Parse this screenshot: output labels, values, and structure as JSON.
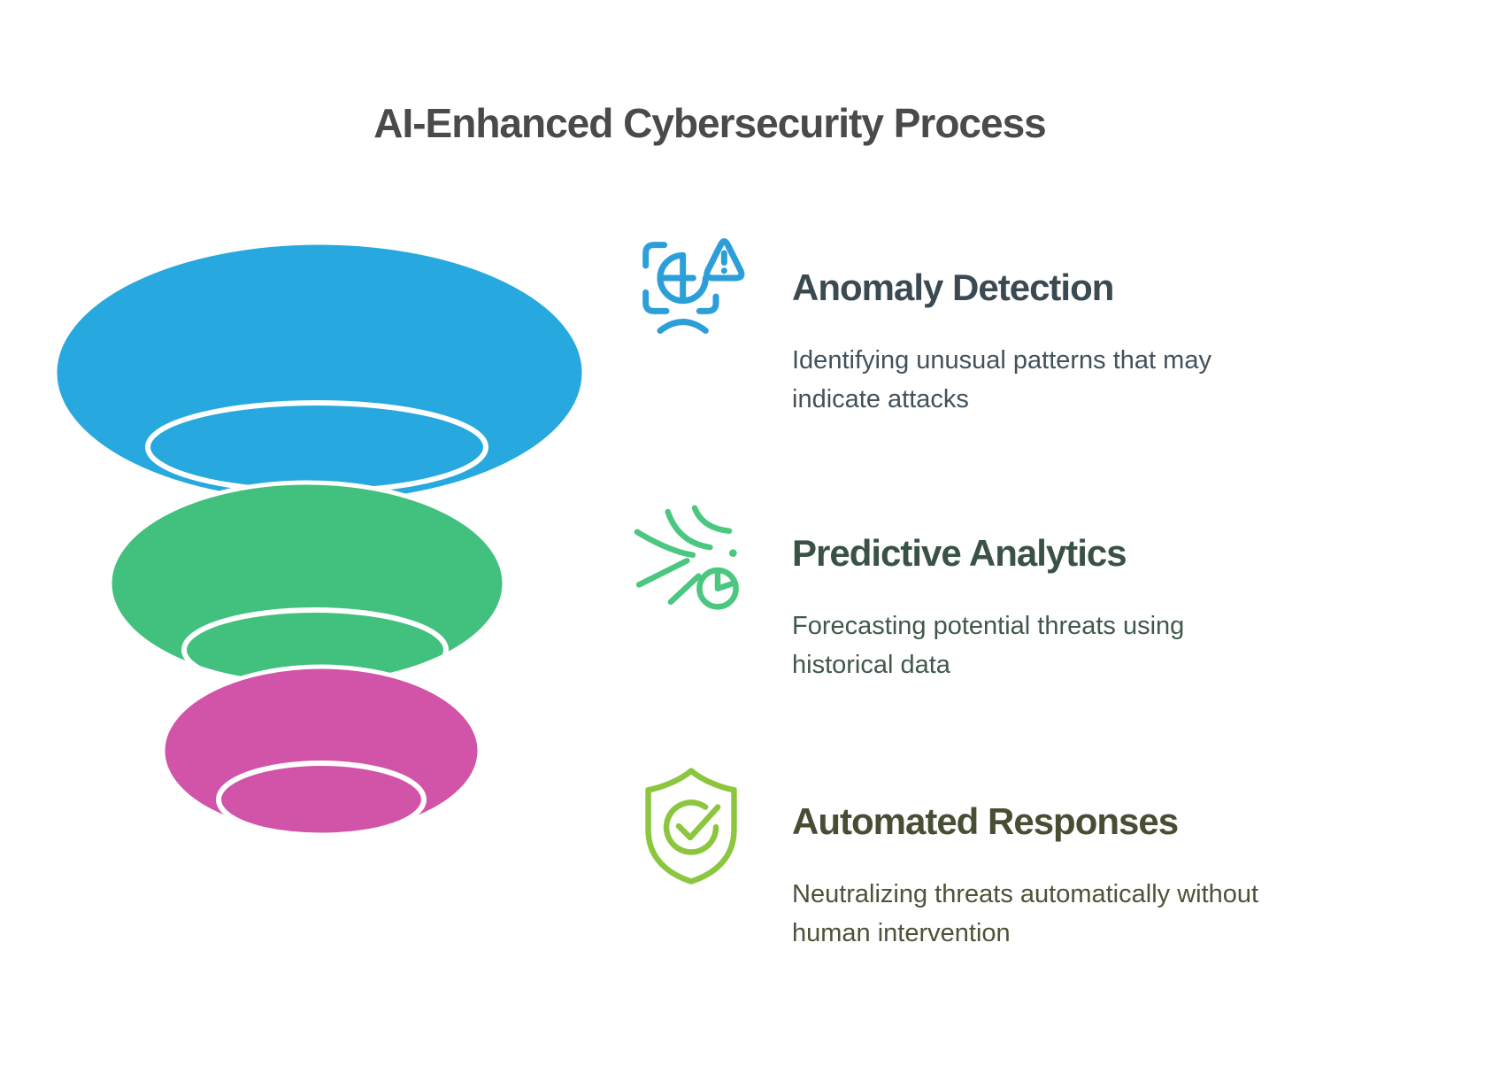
{
  "title": "AI-Enhanced Cybersecurity Process",
  "title_color": "#4A4A4A",
  "funnel": {
    "type": "inverted-funnel",
    "ring_color": "#FFFFFF",
    "levels": [
      {
        "name": "top-level",
        "color": "#27A9DF"
      },
      {
        "name": "middle-level",
        "color": "#41C17D"
      },
      {
        "name": "bottom-level",
        "color": "#D254A8"
      }
    ]
  },
  "sections": [
    {
      "icon": "anomaly-scan-alert-icon",
      "icon_color": "#2C9FD9",
      "heading": "Anomaly Detection",
      "heading_color": "#3B4A52",
      "body": "Identifying unusual patterns that may indicate attacks",
      "body_lines": [
        "Identifying unusual patterns that may",
        "indicate attacks"
      ],
      "body_color": "#42515B"
    },
    {
      "icon": "wind-streams-pie-icon",
      "icon_color": "#4BC780",
      "heading": "Predictive Analytics",
      "heading_color": "#3A5246",
      "body": "Forecasting potential threats using historical data",
      "body_lines": [
        "Forecasting potential threats using",
        "historical data"
      ],
      "body_color": "#41584B"
    },
    {
      "icon": "shield-check-icon",
      "icon_color": "#8CC63F",
      "heading": "Automated Responses",
      "heading_color": "#474E33",
      "body": "Neutralizing threats automatically without human intervention",
      "body_lines": [
        "Neutralizing threats automatically without",
        "human intervention"
      ],
      "body_color": "#4C5338"
    }
  ]
}
